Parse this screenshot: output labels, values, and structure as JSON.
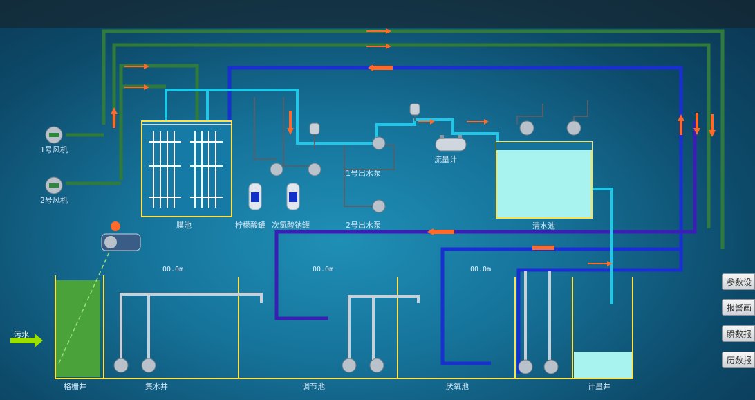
{
  "labels": {
    "fan1": "1号风机",
    "fan2": "2号风机",
    "mbr_tank": "膜池",
    "citric_tank": "柠檬酸罐",
    "hypochlorite_tank": "次氯酸钠罐",
    "pump1": "1号出水泵",
    "pump2": "2号出水泵",
    "flowmeter": "流量计",
    "clear_pool": "清水池",
    "grid_well": "格栅井",
    "collect_well": "集水井",
    "regulate_pool": "调节池",
    "anoxic_pool": "厌氧池",
    "meter_well": "计量井",
    "sewage_in": "污水"
  },
  "levels": {
    "collect_well": "00.0m",
    "regulate_pool": "00.0m",
    "anoxic_pool": "00.0m"
  },
  "buttons": {
    "param_settings": "参数设置",
    "alarm_screen": "报警画面",
    "instant_report": "瞬数报表",
    "history_report": "历数报表"
  },
  "colors": {
    "air_pipe": "#2f7a3c",
    "return_pipe": "#1a2fd0",
    "sludge_pipe": "#3b1fb5",
    "water_pipe": "#22c6e6",
    "arrow": "#ff6a2b",
    "tank_border": "#ffe14a",
    "clear_water": "#a8f3f0",
    "grid_sludge": "#4aa23a"
  }
}
